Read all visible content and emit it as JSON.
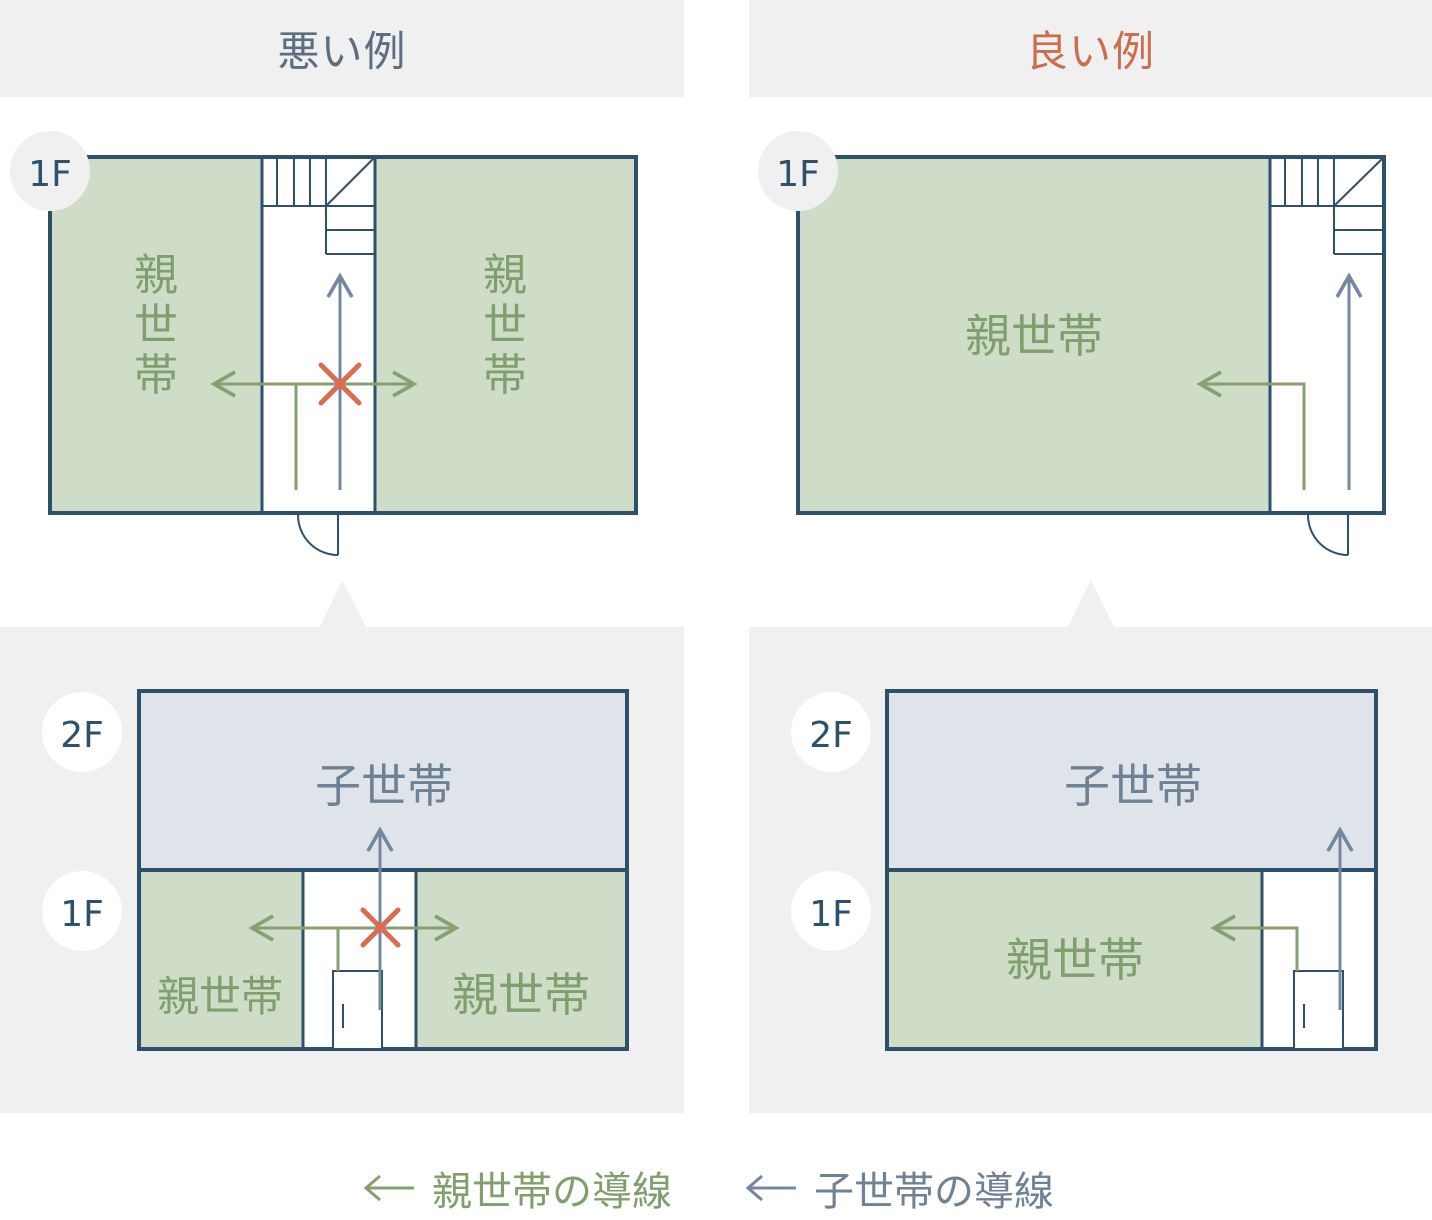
{
  "headers": {
    "bad": "悪い例",
    "good": "良い例"
  },
  "floors": {
    "first": "1F",
    "second": "2F"
  },
  "rooms": {
    "parent": "親世帯",
    "child": "子世帯"
  },
  "legend": {
    "parent": "親世帯の導線",
    "child": "子世帯の導線"
  },
  "colors": {
    "wall": "#2d506b",
    "parent_room": "#cedcc8",
    "child_room": "#dee4ea",
    "parent_text": "#7f9f6c",
    "child_text": "#6f8295",
    "parent_arrow": "#86a070",
    "child_arrow": "#7487a0",
    "cross": "#de6b4f",
    "panel_bg": "#f0f0f0"
  },
  "icons": {
    "cross": "cross-mark-icon",
    "stairs": "stairs-icon",
    "door": "door-icon",
    "badge": "floor-badge"
  }
}
